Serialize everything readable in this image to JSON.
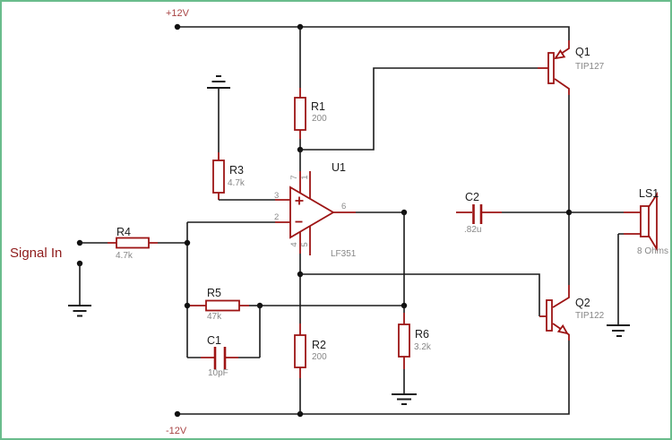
{
  "diagram": {
    "title_context": "Audio amplifier schematic",
    "power_rails": {
      "positive": "+12V",
      "negative": "-12V"
    },
    "input_label": "Signal In",
    "components": {
      "r1": {
        "ref": "R1",
        "value": "200"
      },
      "r2": {
        "ref": "R2",
        "value": "200"
      },
      "r3": {
        "ref": "R3",
        "value": "4.7k"
      },
      "r4": {
        "ref": "R4",
        "value": "4.7k"
      },
      "r5": {
        "ref": "R5",
        "value": "47k"
      },
      "r6": {
        "ref": "R6",
        "value": "3.2k"
      },
      "c1": {
        "ref": "C1",
        "value": "10pF"
      },
      "c2": {
        "ref": "C2",
        "value": ".82u"
      },
      "q1": {
        "ref": "Q1",
        "value": "TIP127"
      },
      "q2": {
        "ref": "Q2",
        "value": "TIP122"
      },
      "u1": {
        "ref": "U1",
        "value": "LF351"
      },
      "ls1": {
        "ref": "LS1",
        "value": "8 Ohms"
      }
    },
    "opamp_pins": {
      "p1": "1",
      "p2": "2",
      "p3": "3",
      "p4": "4",
      "p5": "5",
      "p6": "6",
      "p7": "7"
    },
    "colors": {
      "wire": "#1b1b1b",
      "component_red": "#9d1414",
      "value_gray": "#878787",
      "rail_label_red": "#a84343",
      "signal_label_red": "#8e1b1b",
      "border_green": "#6abc8c",
      "background": "#ffffff"
    }
  }
}
